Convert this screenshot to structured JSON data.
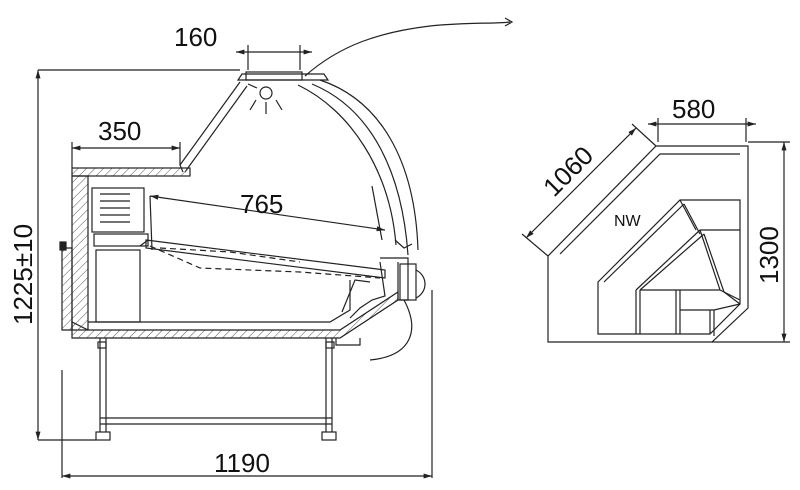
{
  "side_view": {
    "dim_top": "160",
    "dim_shelf": "350",
    "dim_depth": "765",
    "dim_height": "1225±10",
    "dim_width": "1190"
  },
  "corner_view": {
    "label": "NW",
    "dim_top": "580",
    "dim_diagonal": "1060",
    "dim_height": "1300"
  }
}
